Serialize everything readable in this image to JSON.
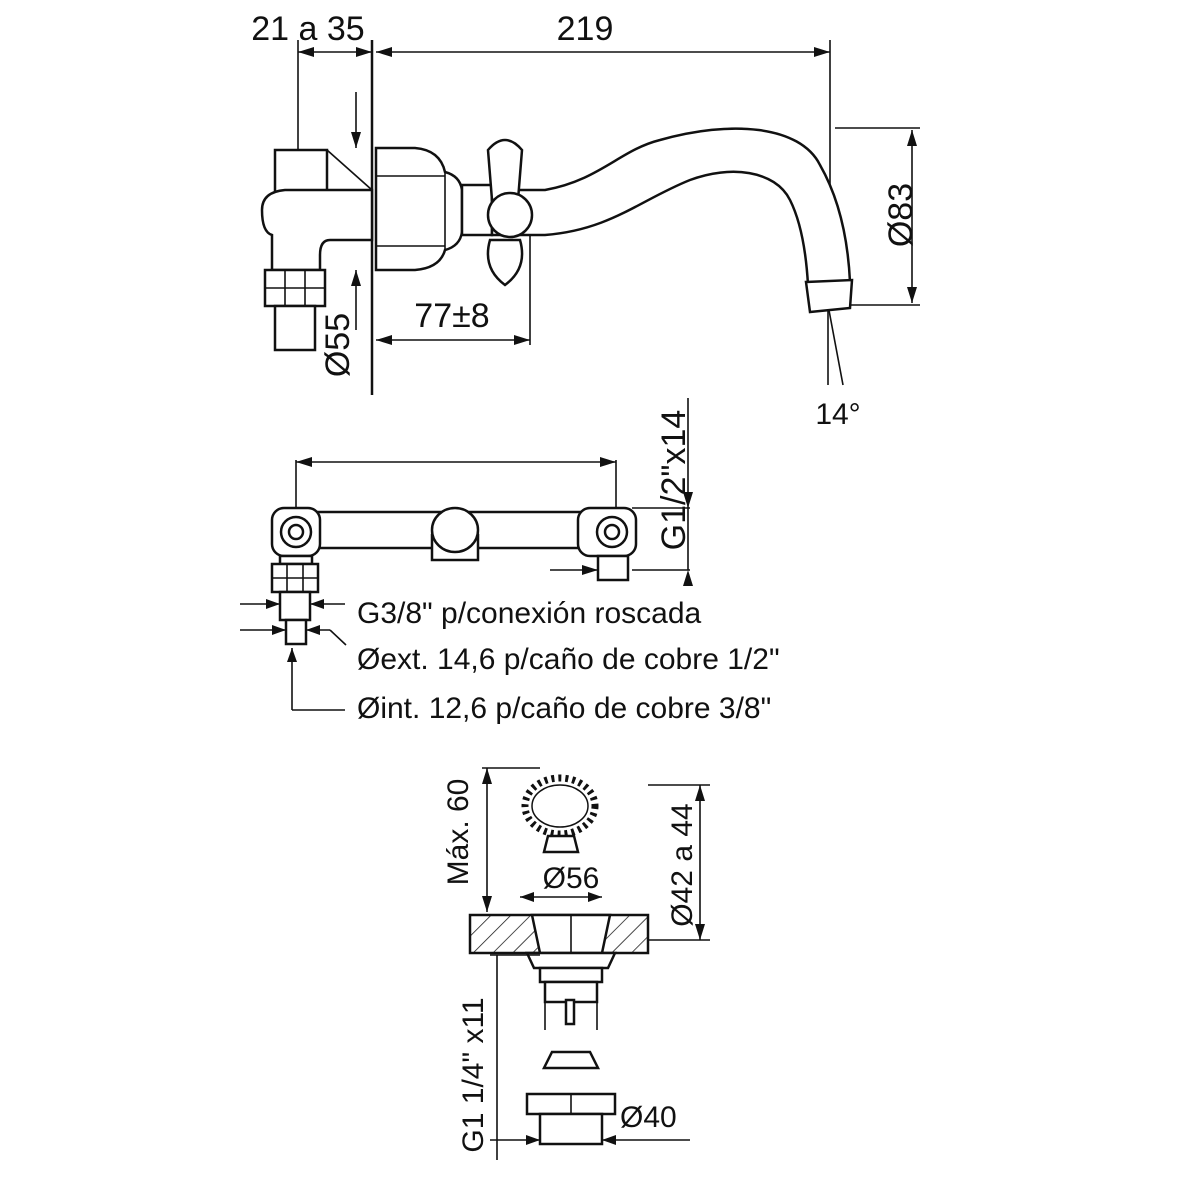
{
  "side_view": {
    "dim_offset": "21 a 35",
    "dim_spout_length": "219",
    "dim_spout_height": "Ø83",
    "dim_body_diameter": "Ø55",
    "dim_handle_distance": "77±8",
    "dim_angle": "14°"
  },
  "top_view": {
    "dim_thread": "G1/2\"x14",
    "notes": [
      "G3/8\"  p/conexión roscada",
      "Øext. 14,6 p/caño de cobre 1/2\"",
      "Øint. 12,6 p/caño de cobre 3/8\""
    ]
  },
  "drain_view": {
    "dim_max_thickness": "Máx. 60",
    "dim_flange": "Ø56",
    "dim_hole_range": "Ø42 a 44",
    "dim_thread": "G1 1/4\" x11",
    "dim_nut": "Ø40"
  }
}
